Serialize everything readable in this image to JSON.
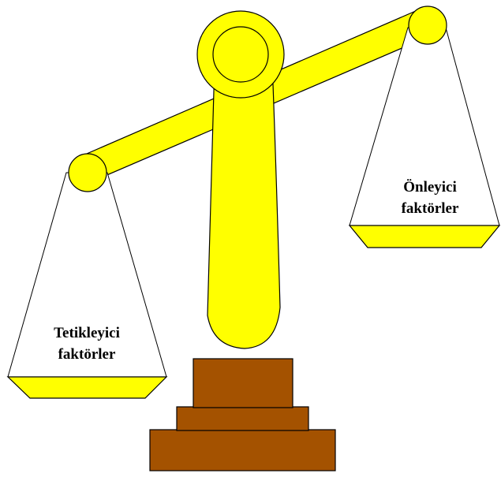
{
  "diagram": {
    "left_pan": {
      "line1": "Tetikleyici",
      "line2": "faktörler"
    },
    "right_pan": {
      "line1": "Önleyici",
      "line2": "faktörler"
    },
    "colors": {
      "metal": "#ffff00",
      "base": "#a45200",
      "outline": "#000000",
      "background": "#ffffff"
    }
  }
}
